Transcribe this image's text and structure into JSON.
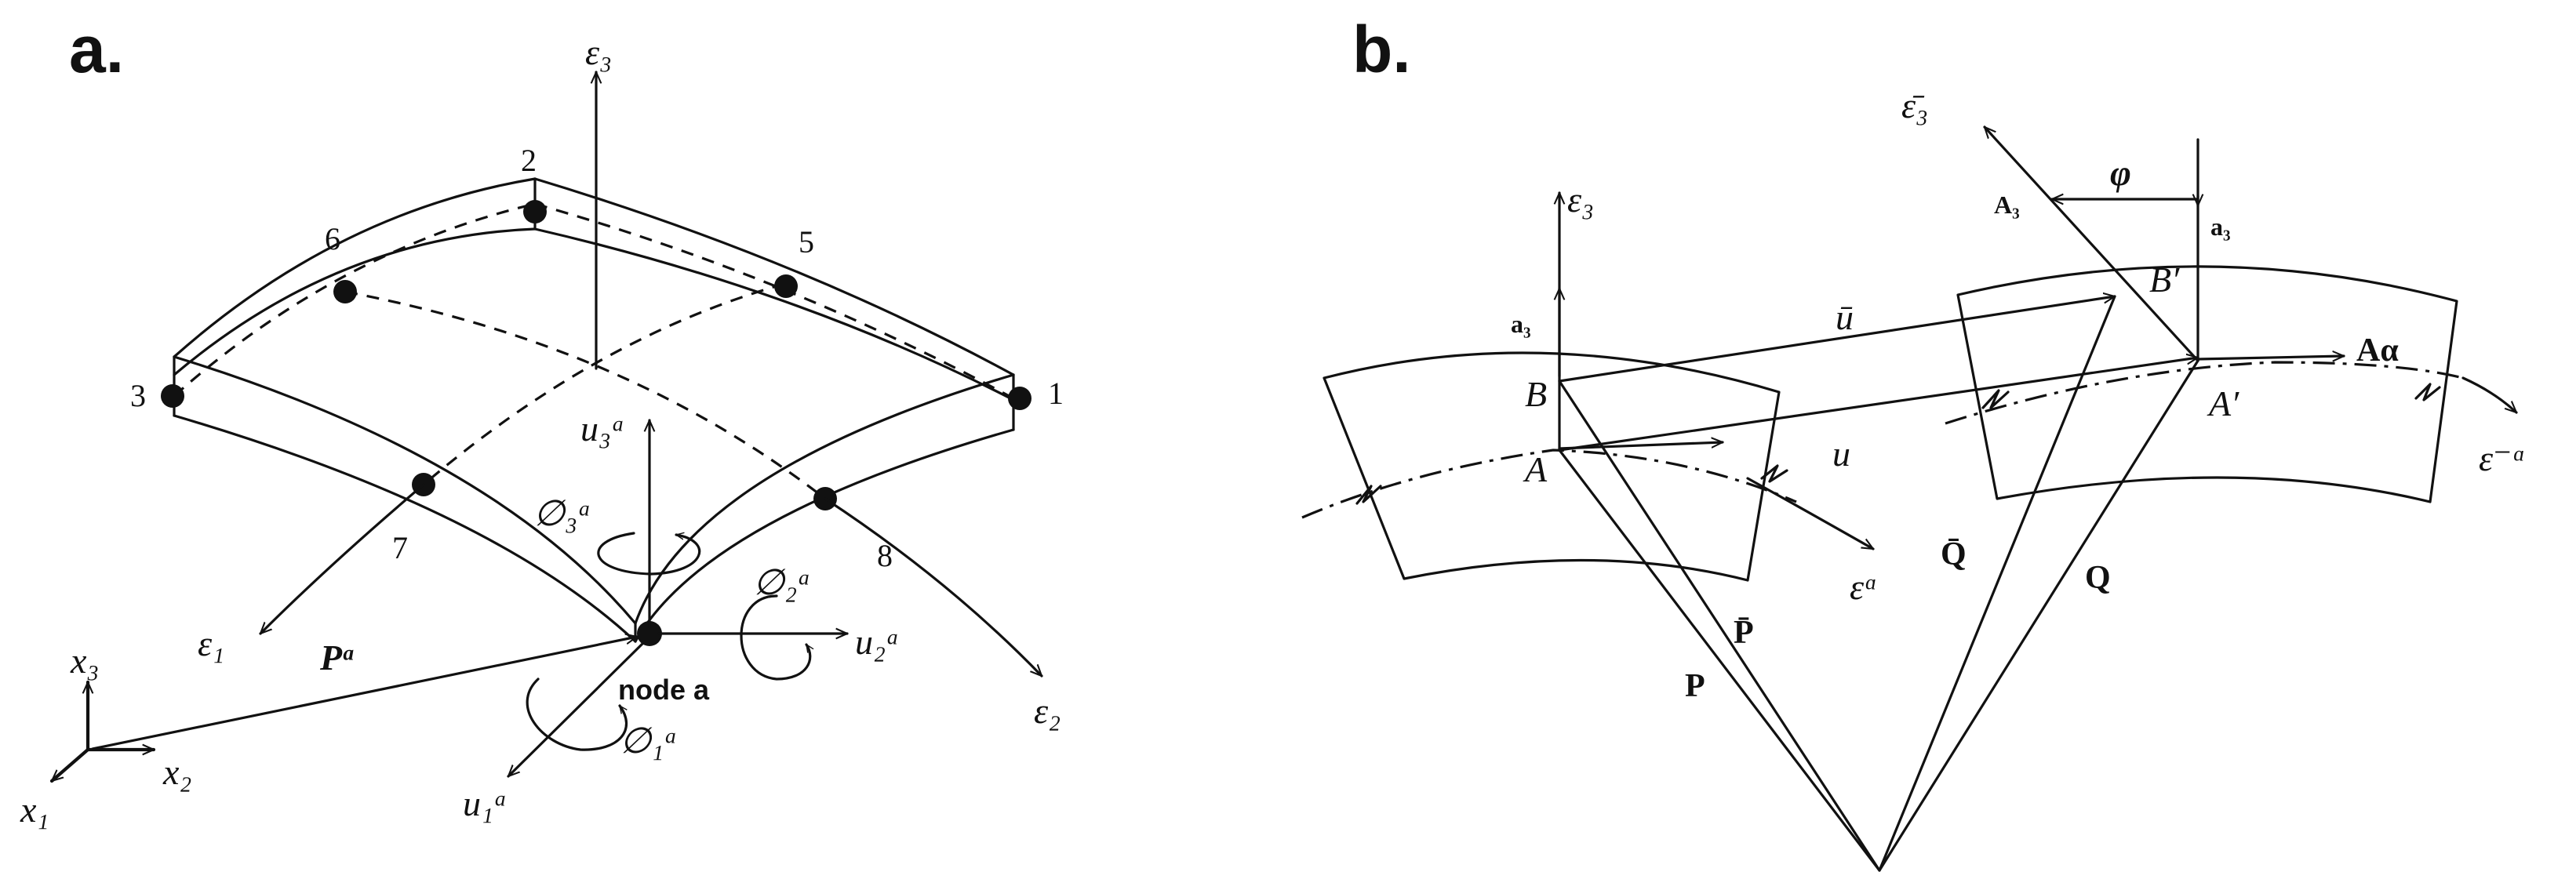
{
  "panel_a": {
    "label": "a.",
    "nodes": [
      "1",
      "2",
      "3",
      "5",
      "6",
      "7",
      "8"
    ],
    "axis_e3": "ε₃",
    "axis_e1": "ε₁",
    "axis_e2": "ε₂",
    "u3": "u₃ᵃ",
    "phi3": "∅₃ᵃ",
    "phi2": "∅₂ᵃ",
    "u2": "u₂ᵃ",
    "phi1": "∅₁ᵃ",
    "u1": "u₁ᵃ",
    "position_vector": "Pᵃ",
    "node_label": "node a",
    "global_x3": "x₃",
    "global_x2": "x₂",
    "global_x1": "x₁"
  },
  "panel_b": {
    "label": "b.",
    "eps3": "ε₃",
    "eps3_bar": "ε̄₃",
    "phi": "φ",
    "A3": "A₃",
    "a3_right": "a₃",
    "a3_left": "a₃",
    "B": "B",
    "B_prime": "B′",
    "u_bar": "ū",
    "A_alpha": "Aα",
    "A": "A",
    "u": "u",
    "A_prime": "A′",
    "eps_minus_alpha": "ε⁻ᵅ",
    "eps_alpha": "εᵅ",
    "Q_bar": "Q̄",
    "Q": "Q",
    "P_bar": "P̄",
    "P": "P"
  }
}
